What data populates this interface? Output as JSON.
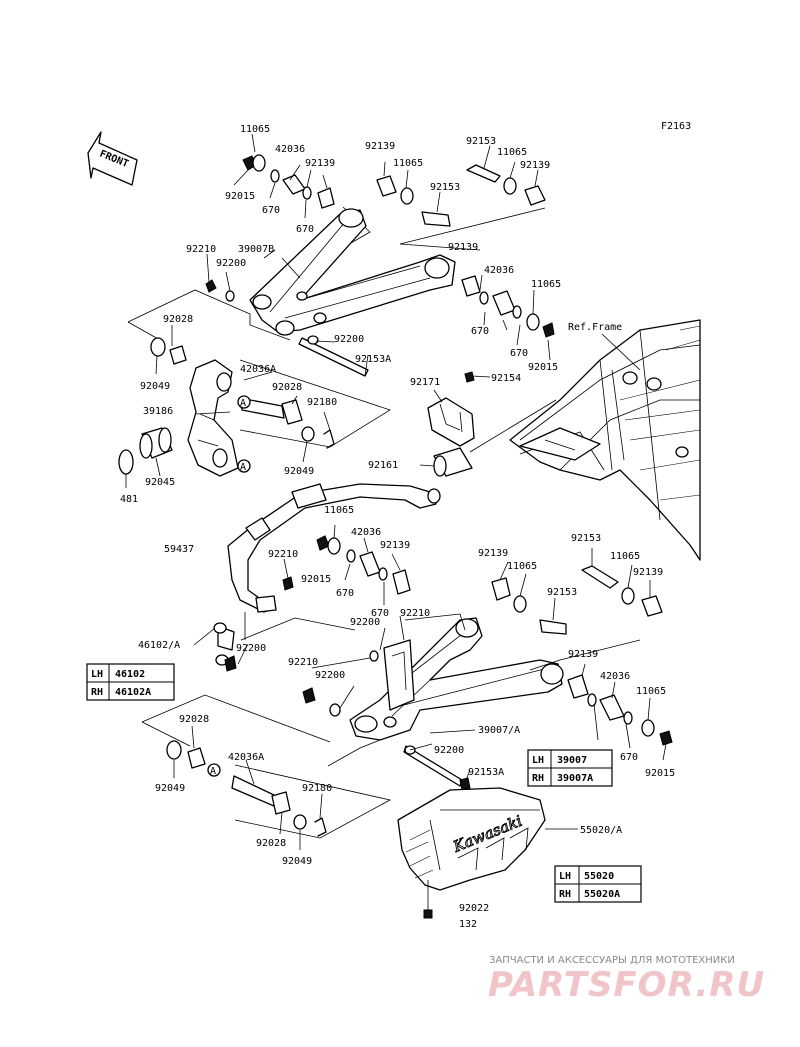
{
  "figure_code": "F2163",
  "front_label": "FRONT",
  "ref_frame": "Ref.Frame",
  "circle_marker": "A",
  "labels": {
    "l11065_a": "11065",
    "l42036_a": "42036",
    "l92139_a": "92139",
    "l92015_a": "92015",
    "l670_a": "670",
    "l670_b": "670",
    "l92139_b": "92139",
    "l11065_b": "11065",
    "l92153_a": "92153",
    "l11065_c": "11065",
    "l92139_c": "92139",
    "l92153_b": "92153",
    "l92210_a": "92210",
    "l39007b": "39007B",
    "l92200_a": "92200",
    "l92139_d": "92139",
    "l42036_b": "42036",
    "l11065_d": "11065",
    "l670_c": "670",
    "l670_d": "670",
    "l92015_b": "92015",
    "l92028_a": "92028",
    "l92200_b": "92200",
    "l92153a_a": "92153A",
    "l92049_a": "92049",
    "l42036a_a": "42036A",
    "l92028_b": "92028",
    "l92180_a": "92180",
    "l39186": "39186",
    "l92049_b": "92049",
    "l92045": "92045",
    "l481": "481",
    "l92171": "92171",
    "l92154": "92154",
    "l92161": "92161",
    "l11065_e": "11065",
    "l42036_c": "42036",
    "l92139_e": "92139",
    "l59437": "59437",
    "l92210_b": "92210",
    "l92015_c": "92015",
    "l670_e": "670",
    "l670_f": "670",
    "l92210_c": "92210",
    "l92139_f": "92139",
    "l11065_f": "11065",
    "l92153_c": "92153",
    "l11065_g": "11065",
    "l92139_g": "92139",
    "l92153_d": "92153",
    "l46102a": "46102/A",
    "l92200_c": "92200",
    "l92200_d": "92200",
    "l92210_d": "92210",
    "l92200_e": "92200",
    "l92139_h": "92139",
    "l42036_d": "42036",
    "l11065_h": "11065",
    "l92028_c": "92028",
    "l42036a_b": "42036A",
    "l39007a": "39007/A",
    "l92200_f": "92200",
    "l92049_c": "92049",
    "l670_g": "670",
    "l92015_d": "92015",
    "l92153a_b": "92153A",
    "l92180_b": "92180",
    "l55020a": "55020/A",
    "l92028_d": "92028",
    "l92049_d": "92049",
    "l92022": "92022",
    "l132": "132"
  },
  "tables": {
    "stabilizer_link": [
      {
        "side": "LH",
        "part": "46102"
      },
      {
        "side": "RH",
        "part": "46102A"
      }
    ],
    "lower_arm": [
      {
        "side": "LH",
        "part": "39007"
      },
      {
        "side": "RH",
        "part": "39007A"
      }
    ],
    "arm_guard": [
      {
        "side": "LH",
        "part": "55020"
      },
      {
        "side": "RH",
        "part": "55020A"
      }
    ]
  },
  "guard_brand": "Kawasaki",
  "watermark": {
    "caption": "ЗАПЧАСТИ И АКСЕССУАРЫ ДЛЯ МОТОТЕХНИКИ",
    "brand": "PARTSFOR.RU"
  }
}
